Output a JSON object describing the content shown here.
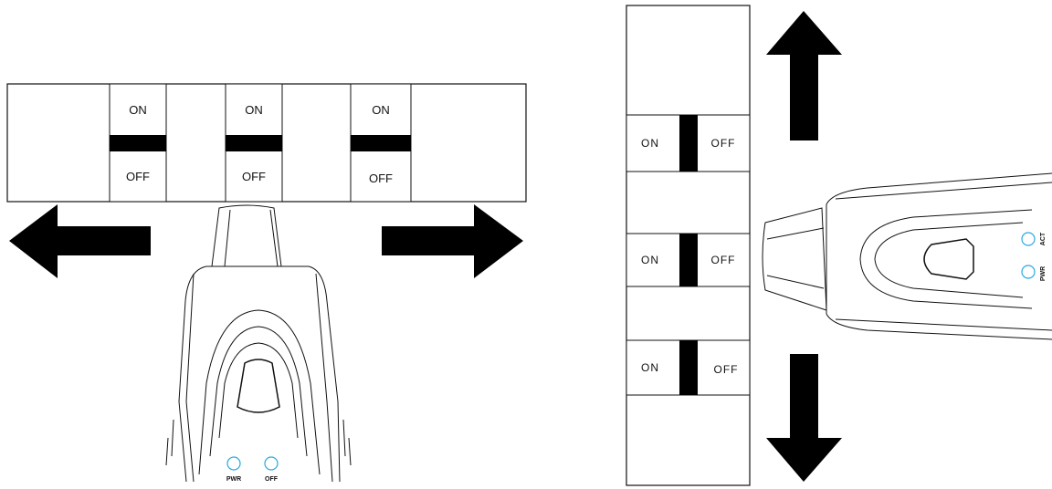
{
  "left_panel": {
    "switches": [
      {
        "on_label": "ON",
        "off_label": "OFF"
      },
      {
        "on_label": "ON",
        "off_label": "OFF"
      },
      {
        "on_label": "ON",
        "off_label": "OFF"
      }
    ],
    "arrows": [
      "left",
      "right"
    ],
    "tester": {
      "led_labels": [
        "PWR",
        "OFF"
      ],
      "led_color": "#29a9e0"
    }
  },
  "right_panel": {
    "switches": [
      {
        "on_label": "ON",
        "off_label": "OFF"
      },
      {
        "on_label": "ON",
        "off_label": "OFF"
      },
      {
        "on_label": "ON",
        "off_label": "OFF"
      }
    ],
    "arrows": [
      "up",
      "down"
    ],
    "tester": {
      "led_labels": [
        "ACT",
        "PWR"
      ],
      "led_color": "#29a9e0"
    }
  },
  "colors": {
    "stroke": "#111111",
    "fill_black": "#000000",
    "led": "#29a9e0"
  }
}
